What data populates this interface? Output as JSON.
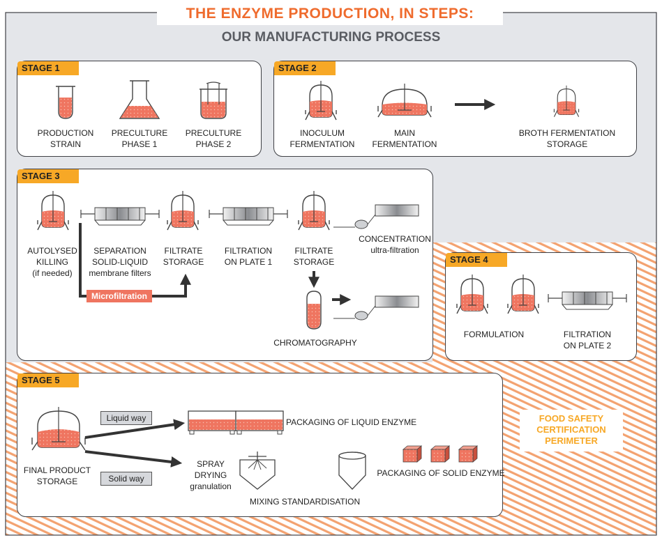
{
  "title": "THE ENZYME PRODUCTION, IN STEPS:",
  "subtitle": "OUR MANUFACTURING PROCESS",
  "colors": {
    "accent_orange": "#ef6b2d",
    "stage_tag": "#f7a826",
    "liquid": "#ef7560",
    "hatch": "#f3a270",
    "panel_border": "#3f4045",
    "background_gray": "#e4e6ea"
  },
  "stages": [
    {
      "tag": "STAGE 1",
      "items": [
        [
          "PRODUCTION",
          "STRAIN"
        ],
        [
          "PRECULTURE",
          "PHASE 1"
        ],
        [
          "PRECULTURE",
          "PHASE 2"
        ]
      ]
    },
    {
      "tag": "STAGE 2",
      "items": [
        [
          "INOCULUM",
          "FERMENTATION"
        ],
        [
          "MAIN",
          "FERMENTATION"
        ],
        [
          "BROTH FERMENTATION",
          "STORAGE"
        ]
      ]
    },
    {
      "tag": "STAGE 3",
      "items": [
        [
          "AUTOLYSED",
          "KILLING",
          "(if needed)"
        ],
        [
          "SEPARATION",
          "SOLID-LIQUID",
          "membrane filters"
        ],
        [
          "FILTRATE",
          "STORAGE"
        ],
        [
          "FILTRATION",
          "ON PLATE 1"
        ],
        [
          "FILTRATE",
          "STORAGE"
        ],
        [
          "CONCENTRATION",
          "ultra-filtration"
        ],
        [
          "CHROMATOGRAPHY"
        ]
      ],
      "badge": "Microfiltration"
    },
    {
      "tag": "STAGE 4",
      "items": [
        [
          "FORMULATION"
        ],
        [
          "FILTRATION",
          "ON PLATE 2"
        ]
      ]
    },
    {
      "tag": "STAGE 5",
      "items": [
        [
          "FINAL PRODUCT",
          "STORAGE"
        ],
        [
          "SPRAY",
          "DRYING",
          "granulation"
        ],
        [
          "MIXING STANDARDISATION"
        ],
        [
          "PACKAGING OF LIQUID ENZYME"
        ],
        [
          "PACKAGING OF SOLID ENZYME"
        ]
      ],
      "ways": [
        "Liquid way",
        "Solid way"
      ]
    }
  ],
  "food_safety": [
    "FOOD SAFETY",
    "CERTIFICATION",
    "PERIMETER"
  ],
  "icons": [
    "test-tube-icon",
    "flask-icon",
    "bioreactor-icon",
    "arrow-right-icon",
    "filter-cartridge-icon",
    "ultrafiltration-pump-icon",
    "chromatography-column-icon",
    "tote-container-icon",
    "spray-dryer-cone-icon",
    "silo-icon",
    "granule-cube-icon"
  ]
}
